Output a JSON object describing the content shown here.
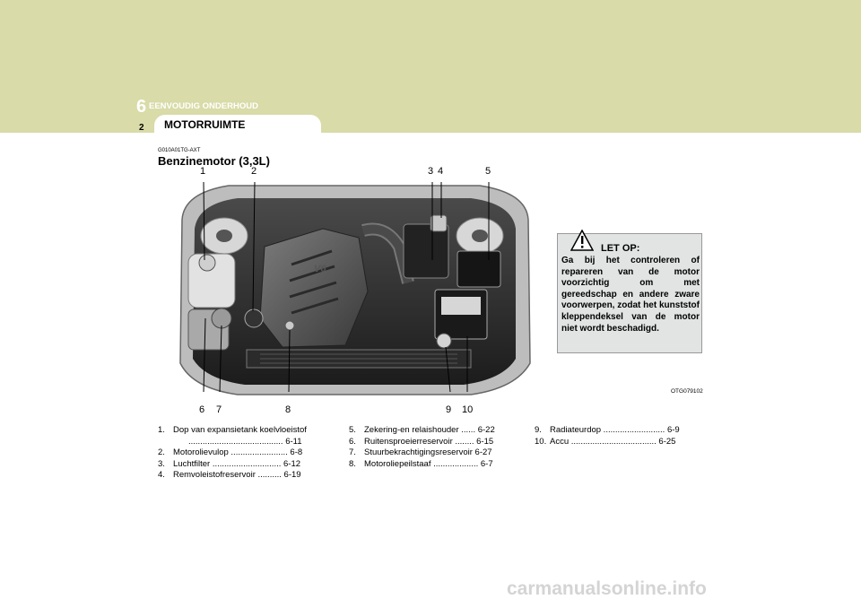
{
  "header": {
    "chapter_number": "6",
    "chapter_title": "EENVOUDIG ONDERHOUD",
    "page_number": "2",
    "section_tab": "MOTORRUIMTE"
  },
  "content": {
    "code": "G010A01TG-AXT",
    "title": "Benzinemotor (3,3L)"
  },
  "figure": {
    "engine_badge": "V6",
    "code": "OTG079102",
    "callouts_top": [
      "1",
      "2",
      "3",
      "4",
      "5"
    ],
    "callouts_bottom": [
      "6",
      "7",
      "8",
      "9",
      "10"
    ]
  },
  "warning": {
    "title": "LET OP:",
    "body": "Ga bij het controleren of repareren van de motor voorzichtig om met gereedschap en andere zware voorwerpen, zodat het kunststof kleppendeksel van de motor niet wordt beschadigd."
  },
  "lists": {
    "col1": [
      {
        "num": "1.",
        "text": "Dop van expansietank koelvloeistof",
        "cont": "........................................ 6-11"
      },
      {
        "num": "2.",
        "text": "Motorolievulop ........................ 6-8"
      },
      {
        "num": "3.",
        "text": "Luchtfilter ............................. 6-12"
      },
      {
        "num": "4.",
        "text": "Remvoleistofreservoir .......... 6-19"
      }
    ],
    "col2": [
      {
        "num": "5.",
        "text": "Zekering-en relaishouder ...... 6-22"
      },
      {
        "num": "6.",
        "text": "Ruitensproeierreservoir ........ 6-15"
      },
      {
        "num": "7.",
        "text": "Stuurbekrachtigingsreservoir  6-27"
      },
      {
        "num": "8.",
        "text": "Motoroliepeilstaaf ................... 6-7"
      }
    ],
    "col3": [
      {
        "num": "9.",
        "text": "Radiateurdop .......................... 6-9"
      },
      {
        "num": "10.",
        "text": "Accu .................................... 6-25"
      }
    ]
  },
  "watermark": "carmanualsonline.info"
}
